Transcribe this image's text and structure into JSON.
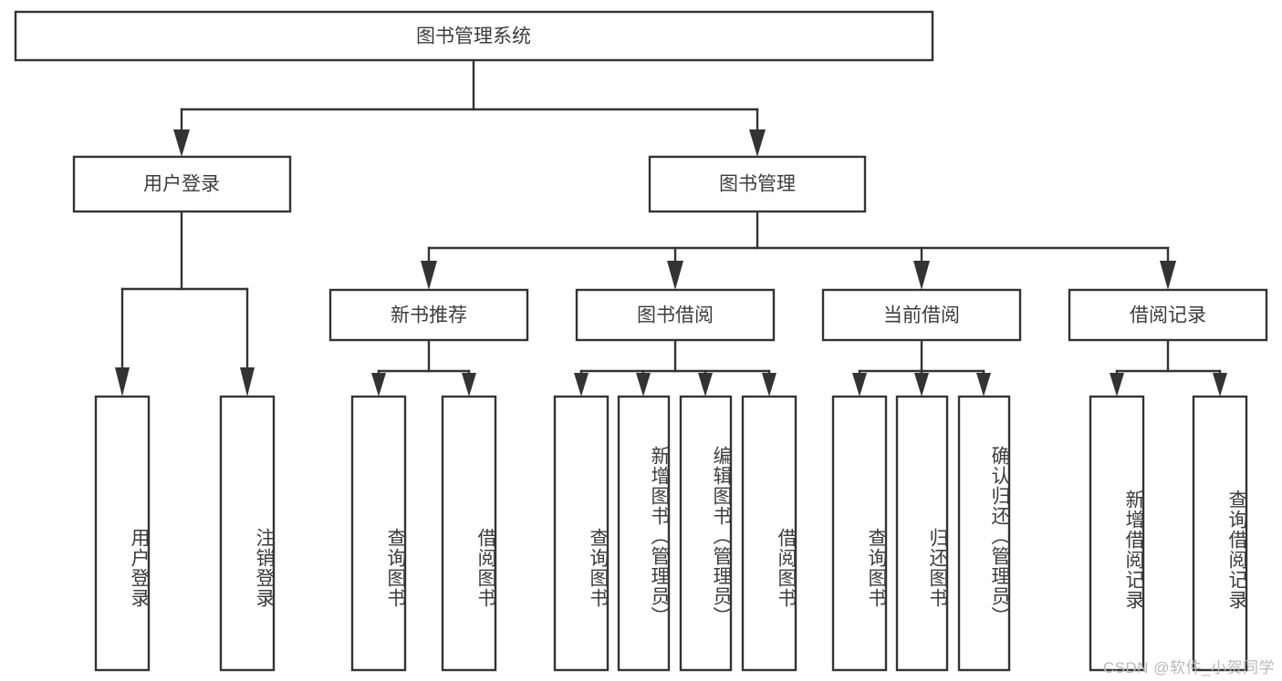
{
  "diagram": {
    "type": "tree-hierarchy",
    "title": "图书管理系统",
    "watermark": "CSDN @软件_小贺同学",
    "colors": {
      "stroke": "#333333",
      "box_fill": "#ffffff",
      "text": "#3c3c3c",
      "background": "#ffffff",
      "watermark": "#b9b9b9"
    },
    "root": {
      "label": "图书管理系统",
      "orientation": "horizontal"
    },
    "level2": [
      {
        "label": "用户登录",
        "orientation": "horizontal"
      },
      {
        "label": "图书管理",
        "orientation": "horizontal"
      }
    ],
    "level3": [
      {
        "label": "新书推荐",
        "orientation": "horizontal",
        "parent": "图书管理"
      },
      {
        "label": "图书借阅",
        "orientation": "horizontal",
        "parent": "图书管理"
      },
      {
        "label": "当前借阅",
        "orientation": "horizontal",
        "parent": "图书管理"
      },
      {
        "label": "借阅记录",
        "orientation": "horizontal",
        "parent": "图书管理"
      }
    ],
    "leaves": {
      "用户登录": [
        {
          "label": "用户登录",
          "orientation": "vertical"
        },
        {
          "label": "注销登录",
          "orientation": "vertical"
        }
      ],
      "新书推荐": [
        {
          "label": "查询图书",
          "orientation": "vertical"
        },
        {
          "label": "借阅图书",
          "orientation": "vertical"
        }
      ],
      "图书借阅": [
        {
          "label": "查询图书",
          "orientation": "vertical"
        },
        {
          "label": "新增图书（管理员）",
          "orientation": "vertical"
        },
        {
          "label": "编辑图书（管理员）",
          "orientation": "vertical"
        },
        {
          "label": "借阅图书",
          "orientation": "vertical"
        }
      ],
      "当前借阅": [
        {
          "label": "查询图书",
          "orientation": "vertical"
        },
        {
          "label": "归还图书",
          "orientation": "vertical"
        },
        {
          "label": "确认归还（管理员）",
          "orientation": "vertical"
        }
      ],
      "借阅记录": [
        {
          "label": "新增借阅记录",
          "orientation": "vertical"
        },
        {
          "label": "查询借阅记录",
          "orientation": "vertical"
        }
      ]
    }
  },
  "nodes": {
    "root": {
      "label": "图书管理系统"
    },
    "user_login": {
      "label": "用户登录"
    },
    "book_manage": {
      "label": "图书管理"
    },
    "new_book_rec": {
      "label": "新书推荐"
    },
    "book_borrow": {
      "label": "图书借阅"
    },
    "current_borrow": {
      "label": "当前借阅"
    },
    "borrow_record": {
      "label": "借阅记录"
    },
    "leaf_user_login": {
      "label": "用户登录"
    },
    "leaf_logout": {
      "label": "注销登录"
    },
    "leaf_query_book_a": {
      "label": "查询图书"
    },
    "leaf_borrow_book_a": {
      "label": "借阅图书"
    },
    "leaf_query_book_b": {
      "label": "查询图书"
    },
    "leaf_add_book": {
      "label": "新增图书（管理员）"
    },
    "leaf_edit_book": {
      "label": "编辑图书（管理员）"
    },
    "leaf_borrow_book_b": {
      "label": "借阅图书"
    },
    "leaf_query_book_c": {
      "label": "查询图书"
    },
    "leaf_return_book": {
      "label": "归还图书"
    },
    "leaf_confirm_return": {
      "label": "确认归还（管理员）"
    },
    "leaf_add_record": {
      "label": "新增借阅记录"
    },
    "leaf_query_record": {
      "label": "查询借阅记录"
    }
  },
  "watermark": {
    "text": "CSDN @软件_小贺同学"
  }
}
